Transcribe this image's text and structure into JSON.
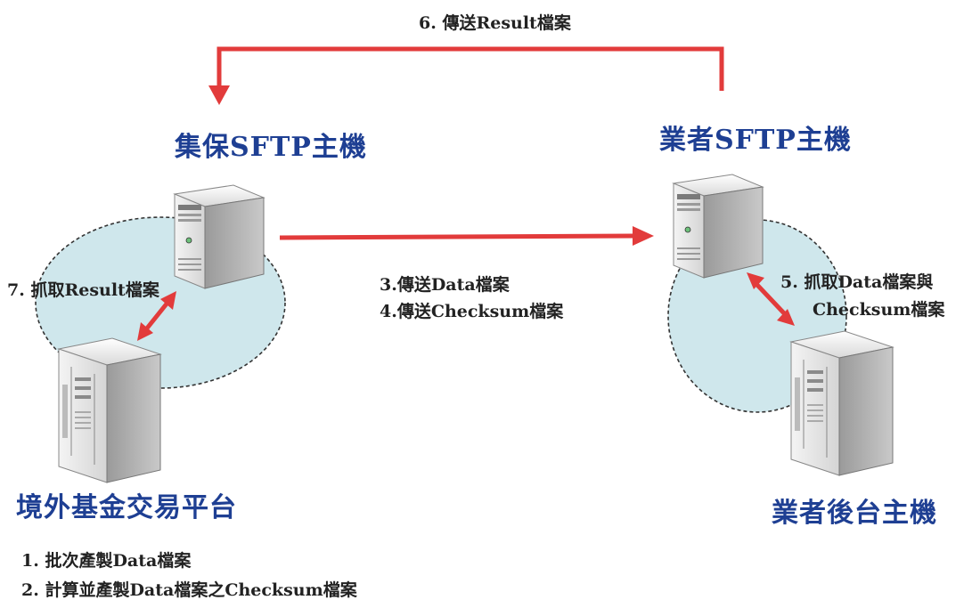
{
  "nodes": {
    "tdcc_sftp": "集保SFTP主機",
    "vendor_sftp": "業者SFTP主機",
    "offshore_platform": "境外基金交易平台",
    "vendor_backend": "業者後台主機"
  },
  "steps": {
    "s1": "1. 批次產製Data檔案",
    "s2": "2. 計算並產製Data檔案之Checksum檔案",
    "s3": "3.傳送Data檔案",
    "s4": "4.傳送Checksum檔案",
    "s5_line1": "5. 抓取Data檔案與",
    "s5_line2": "Checksum檔案",
    "s6": "6. 傳送Result檔案",
    "s7": "7. 抓取Result檔案"
  },
  "colors": {
    "arrow": "#e23b3b",
    "node_title": "#1e3f93",
    "zone_fill": "#cfe7ec",
    "zone_border": "#333333"
  },
  "icons": [
    "sftp-server-icon",
    "tower-server-icon"
  ]
}
